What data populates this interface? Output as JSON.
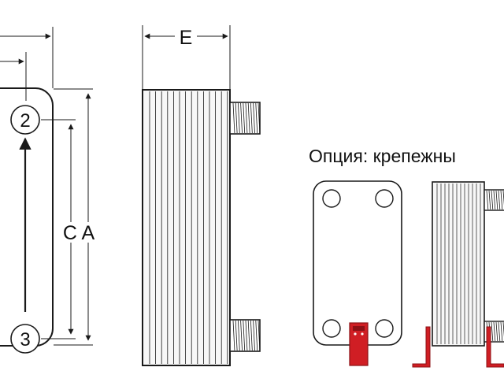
{
  "labels": {
    "port_2": "2",
    "port_3": "3",
    "dim_ca": "C A",
    "dim_e": "E",
    "option_caption": "Опция: крепежны"
  },
  "colors": {
    "line": "#1a1a1a",
    "bracket": "#d01e24",
    "bracket_dark": "#8c1015",
    "fin_fill": "#f2f2f2",
    "background": "#ffffff"
  }
}
